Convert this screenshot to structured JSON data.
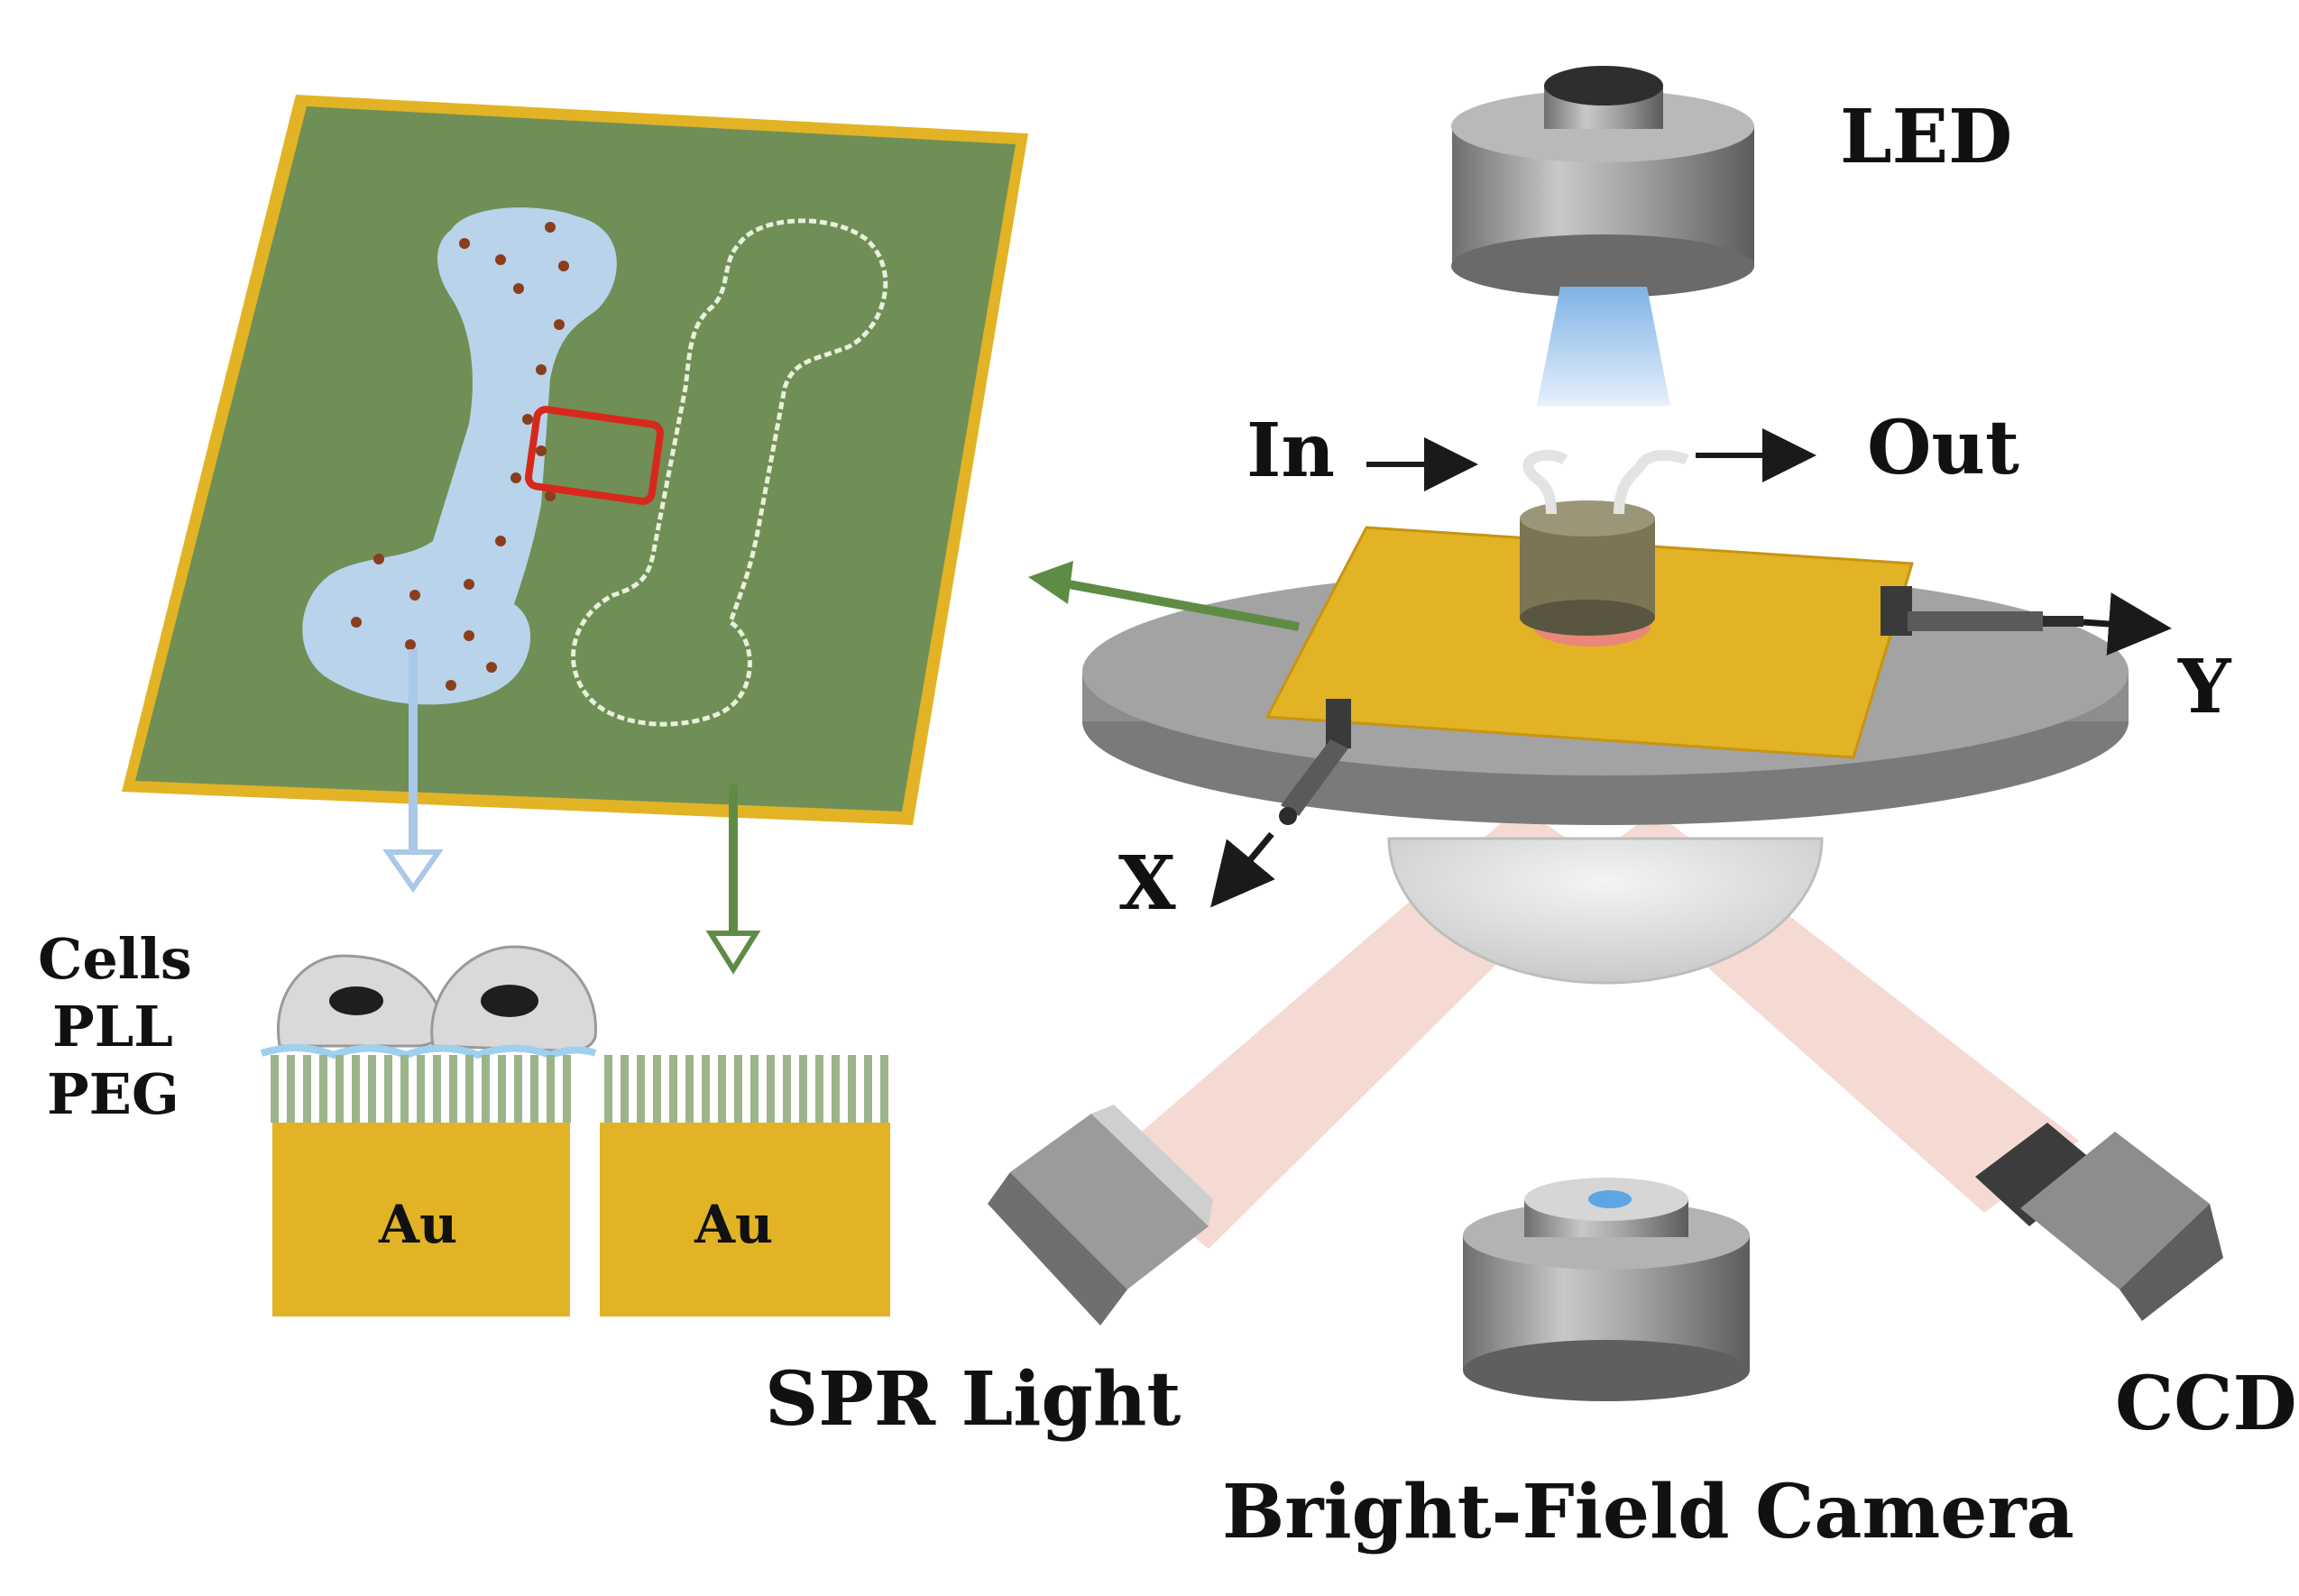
{
  "labels": {
    "led": "LED",
    "in": "In",
    "out": "Out",
    "y_axis": "Y",
    "x_axis": "X",
    "cells": "Cells",
    "pll": "PLL",
    "peg": "PEG",
    "au_left": "Au",
    "au_right": "Au",
    "spr_light": "SPR Light",
    "ccd": "CCD",
    "bright_field_camera": "Bright-Field Camera"
  },
  "colors": {
    "chip_green": "#6f8f56",
    "gold": "#e2b325",
    "channel_blue": "#b9d3ea",
    "cell_dot": "#8a3e1c",
    "highlight_red": "#d8281c",
    "stage_gray": "#8d8d8d",
    "beam_pink": "#f3d3cd",
    "arrow_green": "#5e8c45",
    "arrow_blue": "#a9c8ea"
  }
}
